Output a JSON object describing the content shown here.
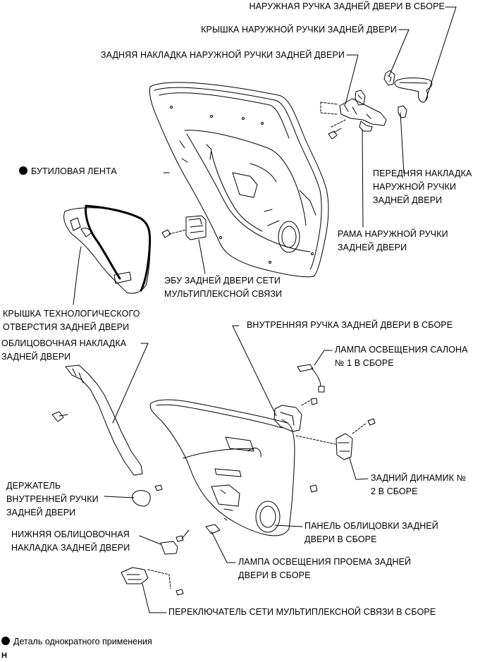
{
  "labels": {
    "outer_handle_assy": "НАРУЖНАЯ РУЧКА ЗАДНЕЙ ДВЕРИ В СБОРЕ",
    "outer_handle_cover": "КРЫШКА НАРУЖНОЙ РУЧКИ ЗАДНЕЙ ДВЕРИ",
    "outer_handle_rear_pad": "ЗАДНЯЯ НАКЛАДКА НАРУЖНОЙ РУЧКИ ЗАДНЕЙ ДВЕРИ",
    "butyl_tape": "БУТИЛОВАЯ ЛЕНТА",
    "front_pad_l1": "ПЕРЕДНЯЯ НАКЛАДКА",
    "front_pad_l2": "НАРУЖНОЙ РУЧКИ",
    "front_pad_l3": "ЗАДНЕЙ ДВЕРИ",
    "frame_l1": "РАМА НАРУЖНОЙ РУЧКИ",
    "frame_l2": "ЗАДНЕЙ ДВЕРИ",
    "ecu_l1": "ЭБУ ЗАДНЕЙ ДВЕРИ СЕТИ",
    "ecu_l2": "МУЛЬТИПЛЕКСНОЙ СВЯЗИ",
    "hole_cover_l1": "КРЫШКА ТЕХНОЛОГИЧЕСКОГО",
    "hole_cover_l2": "ОТВЕРСТИЯ ЗАДНЕЙ ДВЕРИ",
    "inner_handle_assy": "ВНУТРЕННЯЯ РУЧКА ЗАДНЕЙ ДВЕРИ В СБОРЕ",
    "garnish_l1": "ОБЛИЦОВОЧНАЯ НАКЛАДКА",
    "garnish_l2": "ЗАДНЕЙ ДВЕРИ",
    "lamp1_l1": "ЛАМПА ОСВЕЩЕНИЯ САЛОНА",
    "lamp1_l2": "№ 1 В СБОРЕ",
    "speaker_l1": "ЗАДНИЙ ДИНАМИК №",
    "speaker_l2": "2 В СБОРЕ",
    "bezel_l1": "ДЕРЖАТЕЛЬ",
    "bezel_l2": "ВНУТРЕННЕЙ РУЧКИ",
    "bezel_l3": "ЗАДНЕЙ ДВЕРИ",
    "trim_panel_l1": "ПАНЕЛЬ ОБЛИЦОВКИ ЗАДНЕЙ",
    "trim_panel_l2": "ДВЕРИ В СБОРЕ",
    "lower_garnish_l1": "НИЖНЯЯ ОБЛИЦОВОЧНАЯ",
    "lower_garnish_l2": "НАКЛАДКА ЗАДНЕЙ ДВЕРИ",
    "courtesy_lamp_l1": "ЛАМПА ОСВЕЩЕНИЯ ПРОЕМА ЗАДНЕЙ",
    "courtesy_lamp_l2": "ДВЕРИ В СБОРЕ",
    "switch_assy": "ПЕРЕКЛЮЧАТЕЛЬ СЕТИ МУЛЬТИПЛЕКСНОЙ СВЯЗИ В СБОРЕ"
  },
  "legend": {
    "text": "Деталь однократного применения"
  },
  "figure_code": "H",
  "colors": {
    "ink": "#000000",
    "paper": "#ffffff"
  }
}
